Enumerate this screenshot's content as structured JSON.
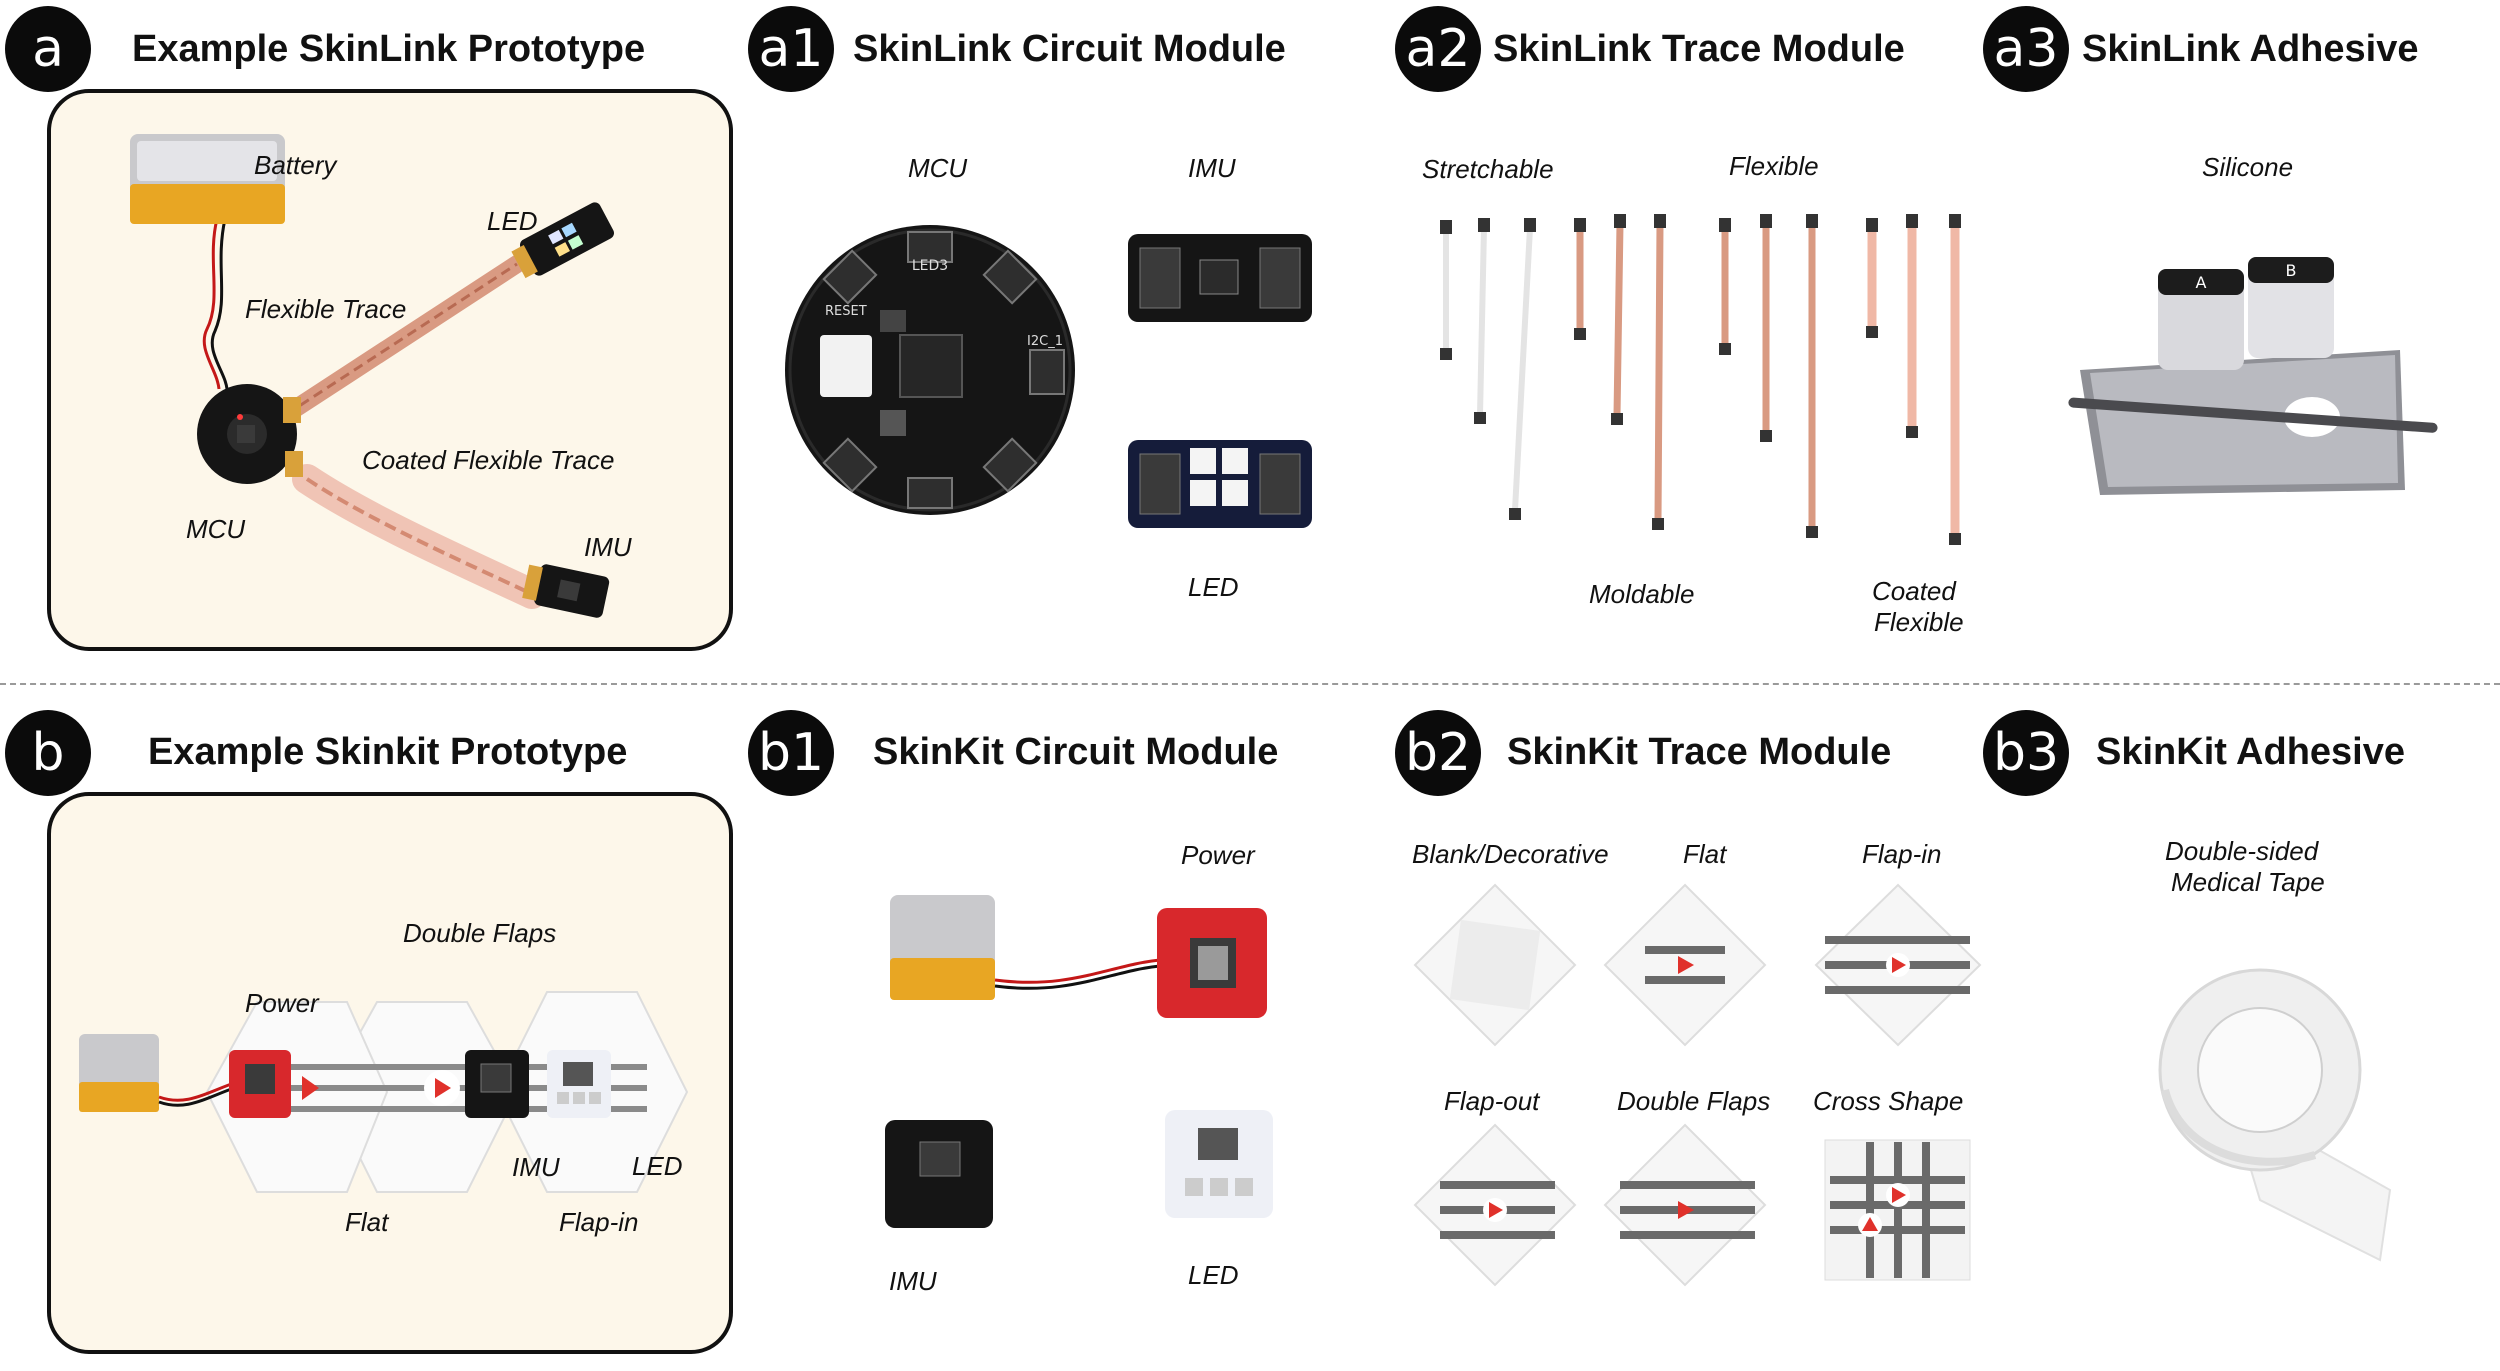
{
  "top": {
    "a": {
      "badge": "a",
      "title": "Example SkinLink Prototype"
    },
    "a1": {
      "badge": "a1",
      "title": "SkinLink Circuit Module"
    },
    "a2": {
      "badge": "a2",
      "title": "SkinLink Trace Module"
    },
    "a3": {
      "badge": "a3",
      "title": "SkinLink Adhesive"
    }
  },
  "bottom": {
    "b": {
      "badge": "b",
      "title": "Example Skinkit Prototype"
    },
    "b1": {
      "badge": "b1",
      "title": "SkinKit Circuit Module"
    },
    "b2": {
      "badge": "b2",
      "title": "SkinKit Trace Module"
    },
    "b3": {
      "badge": "b3",
      "title": "SkinKit Adhesive"
    }
  },
  "labels": {
    "a": {
      "battery": "Battery",
      "led": "LED",
      "flexible_trace": "Flexible Trace",
      "coated_flexible_trace": "Coated Flexible Trace",
      "mcu": "MCU",
      "imu": "IMU"
    },
    "a1": {
      "mcu": "MCU",
      "imu": "IMU",
      "led": "LED"
    },
    "a2": {
      "stretchable": "Stretchable",
      "flexible": "Flexible",
      "moldable": "Moldable",
      "coated_line1": "Coated",
      "coated_line2": "Flexible"
    },
    "a3": {
      "silicone": "Silicone"
    },
    "b": {
      "double_flaps": "Double Flaps",
      "power": "Power",
      "imu": "IMU",
      "led": "LED",
      "flat": "Flat",
      "flap_in": "Flap-in"
    },
    "b1": {
      "power": "Power",
      "imu": "IMU",
      "led": "LED"
    },
    "b2": {
      "blank": "Blank/Decorative",
      "flat": "Flat",
      "flap_in": "Flap-in",
      "flap_out": "Flap-out",
      "double_flaps": "Double Flaps",
      "cross_shape": "Cross Shape"
    },
    "b3": {
      "tape_line1": "Double-sided",
      "tape_line2": "Medical Tape"
    }
  },
  "photo_text": {
    "mcu_board_top": "LED3",
    "mcu_board_right": "I2C_1",
    "mcu_board_left": "RESET",
    "jar_a": "A",
    "jar_b": "B"
  },
  "colors": {
    "panel_bg": "#fdf7ea",
    "badge_bg": "#0b0b0b",
    "trace_copper": "#d99a82",
    "board_black": "#151515",
    "board_red": "#d8282c",
    "board_white": "#eef0f6",
    "arrow_red": "#e0312b"
  }
}
